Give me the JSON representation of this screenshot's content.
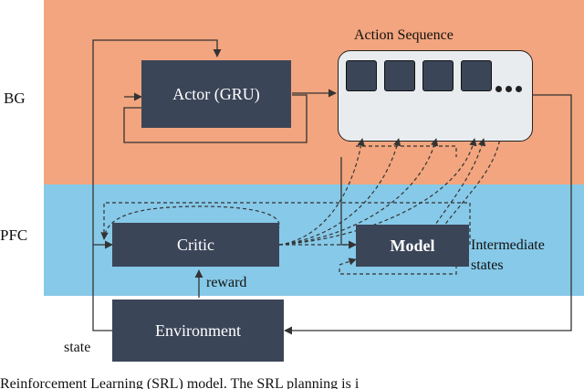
{
  "regions": {
    "bg": "BG",
    "pfc": "PFC"
  },
  "nodes": {
    "actor": "Actor (GRU)",
    "critic": "Critic",
    "model": "Model",
    "environment": "Environment"
  },
  "labels": {
    "action_sequence": "Action Sequence",
    "intermediate_states": "Intermediate\nstates",
    "reward": "reward",
    "state": "state"
  },
  "caption": "Reinforcement Learning (SRL) model. The SRL planning is i"
}
